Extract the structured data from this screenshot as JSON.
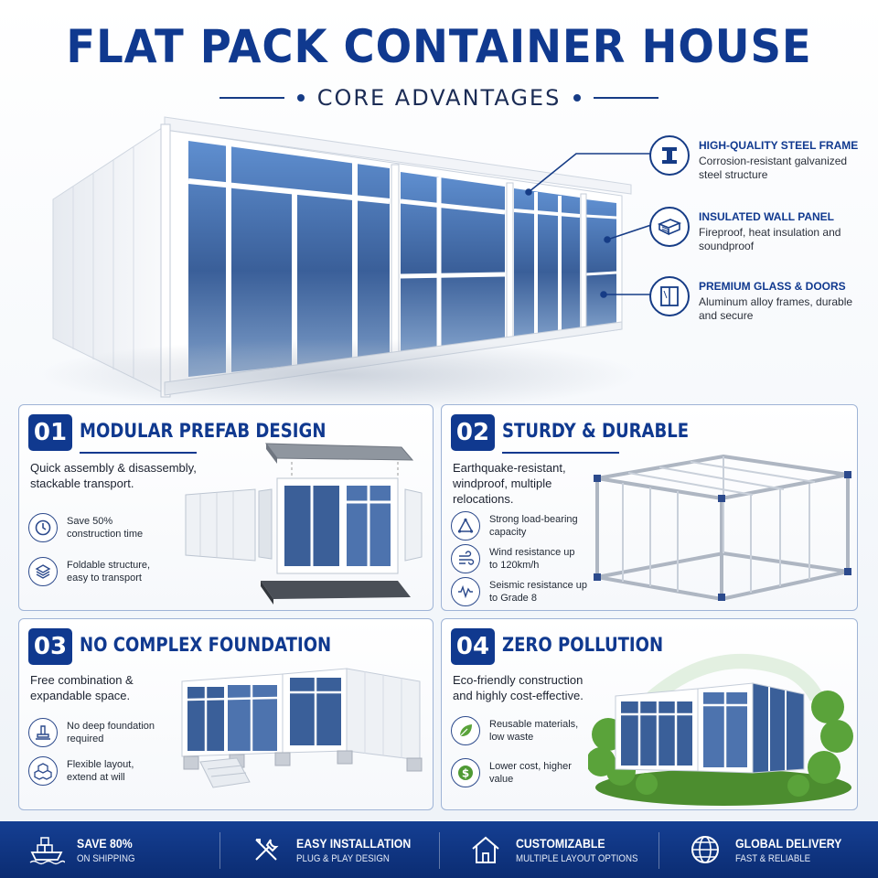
{
  "header": {
    "title": "FLAT PACK CONTAINER HOUSE",
    "subtitle": "CORE ADVANTAGES"
  },
  "callouts": [
    {
      "title": "HIGH-QUALITY STEEL FRAME",
      "desc": "Corrosion-resistant galvanized steel structure",
      "icon": "steel-beam-icon"
    },
    {
      "title": "INSULATED WALL PANEL",
      "desc": "Fireproof, heat insulation and soundproof",
      "icon": "wall-panel-icon"
    },
    {
      "title": "PREMIUM GLASS & DOORS",
      "desc": "Aluminum alloy frames, durable and secure",
      "icon": "glass-door-icon"
    }
  ],
  "panels": [
    {
      "number": "01",
      "title": "MODULAR PREFAB DESIGN",
      "lead": "Quick assembly & disassembly, stackable transport.",
      "features": [
        {
          "text": "Save 50% construction time",
          "icon": "clock-icon"
        },
        {
          "text": "Foldable structure, easy to transport",
          "icon": "layers-icon"
        }
      ]
    },
    {
      "number": "02",
      "title": "STURDY & DURABLE",
      "lead": "Earthquake-resistant, windproof, multiple relocations.",
      "features": [
        {
          "text": "Strong load-bearing capacity",
          "icon": "triangle-structure-icon"
        },
        {
          "text": "Wind resistance up to 120km/h",
          "icon": "wind-icon"
        },
        {
          "text": "Seismic resistance up to Grade 8",
          "icon": "seismic-wave-icon"
        }
      ]
    },
    {
      "number": "03",
      "title": "NO COMPLEX FOUNDATION",
      "lead": "Free combination & expandable space.",
      "features": [
        {
          "text": "No deep foundation required",
          "icon": "foundation-icon"
        },
        {
          "text": "Flexible layout, extend at will",
          "icon": "cubes-icon"
        }
      ]
    },
    {
      "number": "04",
      "title": "ZERO POLLUTION",
      "lead": "Eco-friendly construction and highly cost-effective.",
      "features": [
        {
          "text": "Reusable materials, low waste",
          "icon": "leaf-icon"
        },
        {
          "text": "Lower cost, higher value",
          "icon": "dollar-icon"
        }
      ]
    }
  ],
  "footer": [
    {
      "title": "SAVE 80%",
      "sub": "ON SHIPPING",
      "icon": "cargo-ship-icon"
    },
    {
      "title": "EASY INSTALLATION",
      "sub": "PLUG & PLAY DESIGN",
      "icon": "tools-icon"
    },
    {
      "title": "CUSTOMIZABLE",
      "sub": "MULTIPLE LAYOUT OPTIONS",
      "icon": "house-icon"
    },
    {
      "title": "GLOBAL DELIVERY",
      "sub": "FAST & RELIABLE",
      "icon": "globe-icon"
    }
  ],
  "colors": {
    "brand": "#10398f",
    "footer": "#0b2c72",
    "glass": "#3f6fb8",
    "frame": "#ffffff"
  }
}
